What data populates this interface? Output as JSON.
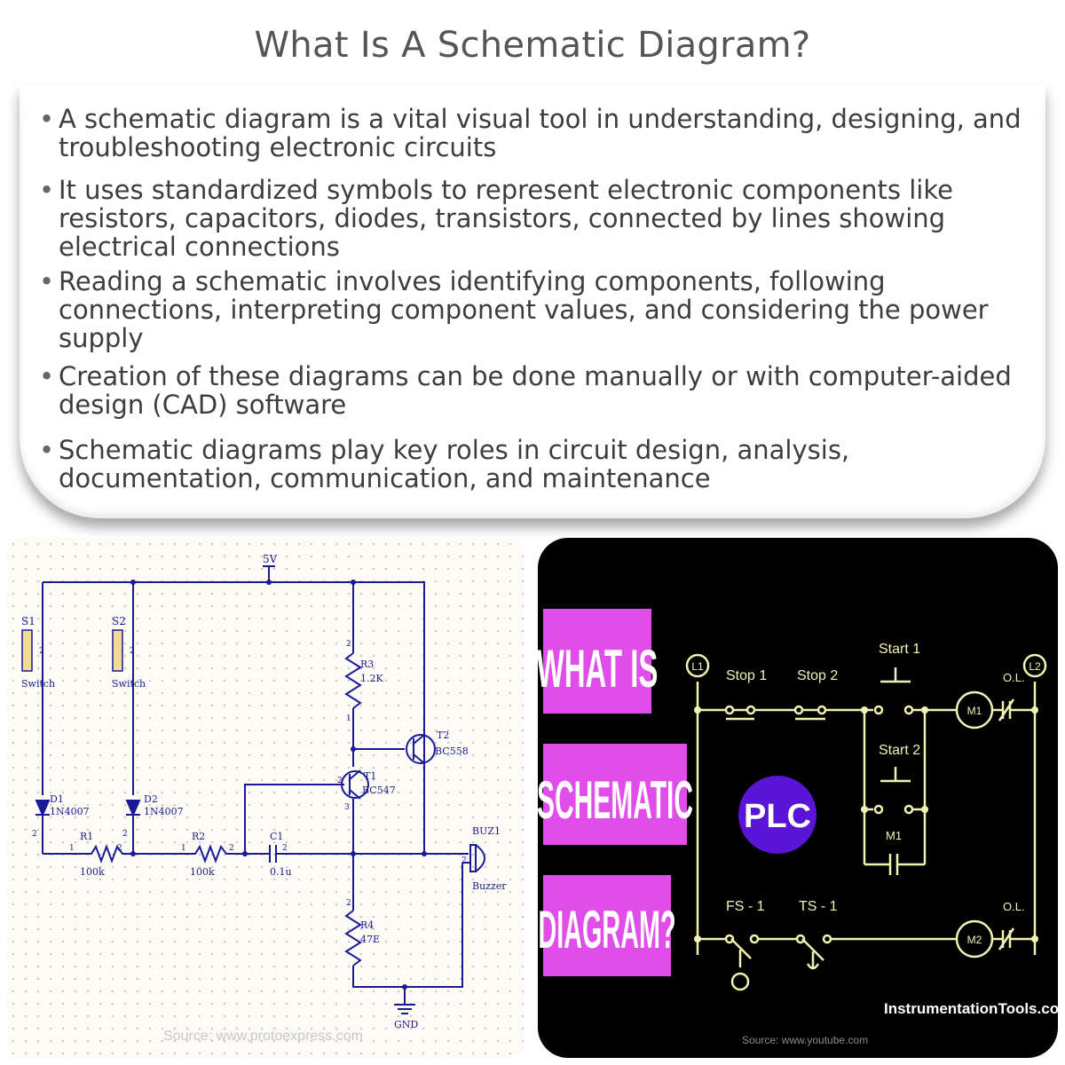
{
  "title": "What Is A Schematic Diagram?",
  "bullets": [
    "A schematic diagram is a vital visual tool in understanding, designing, and troubleshooting electronic circuits",
    "It uses standardized symbols to represent electronic components like resistors, capacitors, diodes, transistors, connected by lines showing electrical connections",
    "Reading a schematic involves identifying components, following connections, interpreting component values, and considering the power supply",
    "Creation of these diagrams can be done manually or with computer-aided design (CAD) software",
    "Schematic diagrams play key roles in circuit design, analysis, documentation, communication, and maintenance"
  ],
  "left_image": {
    "source": "Source: www.protoexpress.com",
    "labels": {
      "vcc": "5V",
      "s1": "S1",
      "s1_type": "Switch",
      "s2": "S2",
      "s2_type": "Switch",
      "d1": "D1",
      "d1_value": "1N4007",
      "d2": "D2",
      "d2_value": "1N4007",
      "r1": "R1",
      "r1_value": "100k",
      "r2": "R2",
      "r2_value": "100k",
      "c1": "C1",
      "c1_value": "0.1u",
      "r3": "R3",
      "r3_value": "1.2K",
      "r4": "R4",
      "r4_value": "47E",
      "t1": "T1",
      "t1_value": "BC547",
      "t2": "T2",
      "t2_value": "BC558",
      "buz": "BUZ1",
      "buz_type": "Buzzer",
      "gnd": "GND",
      "pin1": "1",
      "pin2": "2",
      "pin3": "3"
    }
  },
  "right_image": {
    "source": "Source: www.youtube.com",
    "brand": "InstrumentationTools.com",
    "title_blocks": [
      "WHAT IS",
      "SCHEMATIC",
      "DIAGRAM?"
    ],
    "badge": "PLC",
    "labels": {
      "l1": "L1",
      "l2": "L2",
      "stop1": "Stop 1",
      "stop2": "Stop 2",
      "start1": "Start 1",
      "start2": "Start 2",
      "m1": "M1",
      "m1_contact": "M1",
      "m2": "M2",
      "ol_top": "O.L.",
      "ol_bottom": "O.L.",
      "fs1": "FS - 1",
      "ts1": "TS - 1"
    },
    "colors": {
      "title_block": "#e04de8",
      "wire": "#f2f2b4",
      "badge": "#5a14d6"
    }
  }
}
